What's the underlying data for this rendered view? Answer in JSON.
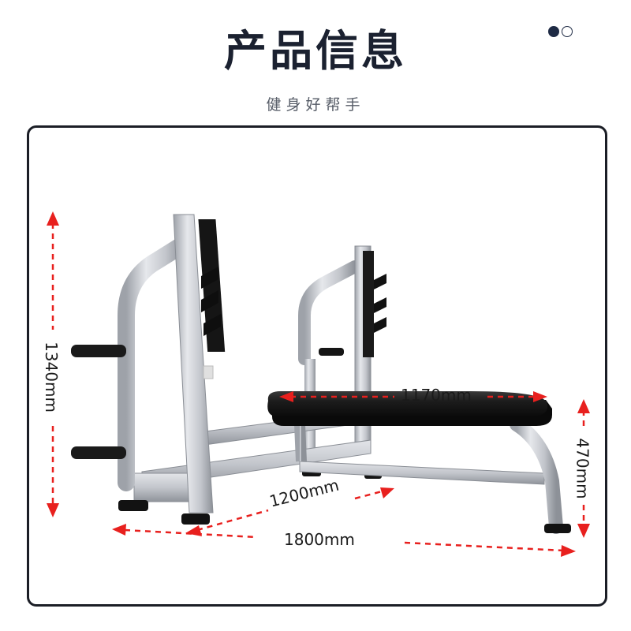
{
  "header": {
    "title": "产品信息",
    "subtitle": "健身好帮手"
  },
  "pager": {
    "count": 2,
    "active": 0
  },
  "dimensions": {
    "height": "1340mm",
    "bench_length": "1170mm",
    "bench_height": "470mm",
    "width": "1200mm",
    "length": "1800mm"
  },
  "colors": {
    "title": "#1b2130",
    "frame": "#1b1e26",
    "arrow": "#e8201e",
    "steel": "#c9ccd2",
    "pad": "#1a1a1a"
  }
}
